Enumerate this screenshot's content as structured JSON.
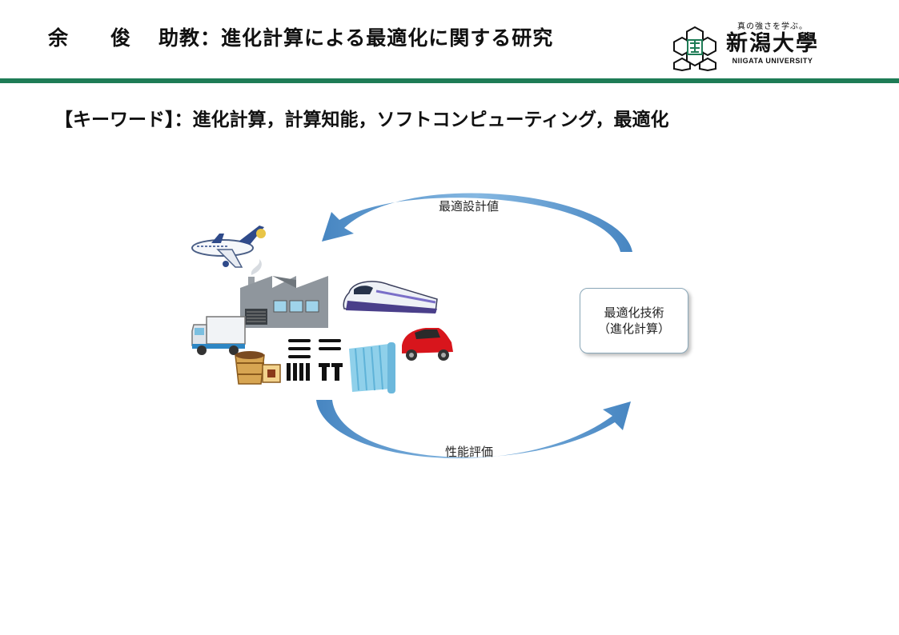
{
  "header": {
    "name": "余　　俊",
    "title": "助教：進化計算による最適化に関する研究",
    "accent_color": "#1e7c56"
  },
  "logo": {
    "slogan": "真の強さを学ぶ。",
    "name": "新潟大學",
    "name_en": "NIIGATA UNIVERSITY"
  },
  "keywords": "【キーワード】：進化計算，計算知能，ソフトコンピューティング，最適化",
  "diagram": {
    "top_arrow_label": "最適設計値",
    "bottom_arrow_label": "性能評価",
    "box_line1": "最適化技術",
    "box_line2": "（進化計算）",
    "arrow_color": "#4a90c8",
    "illustration_icons": [
      "airplane-icon",
      "factory-icon",
      "train-icon",
      "truck-icon",
      "car-icon",
      "tools-icon",
      "fabric-roll-icon",
      "bucket-icon"
    ]
  }
}
